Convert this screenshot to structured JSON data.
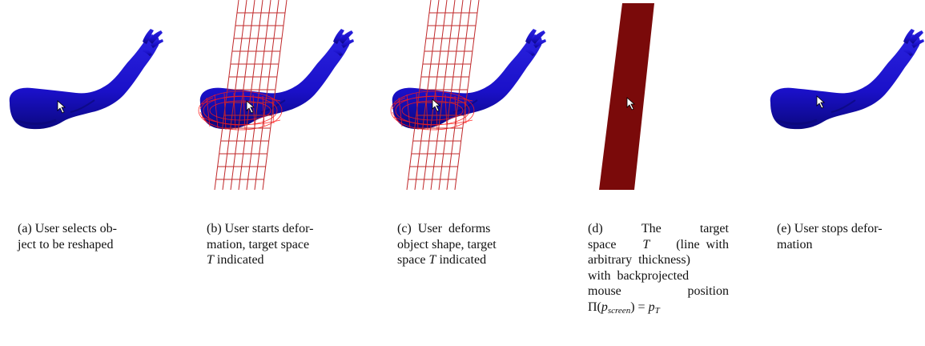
{
  "figure": {
    "panels": [
      {
        "id": "a",
        "label": "(a)",
        "caption": "User selects ob- ject to be reshaped",
        "caption_lines": [
          "(a) User selects ob-",
          "ject to be reshaped"
        ]
      },
      {
        "id": "b",
        "label": "(b)",
        "caption": "User starts defor- mation, target space T indicated",
        "caption_lines": [
          "(b) User starts defor-",
          "mation, target space",
          "indicated"
        ],
        "math": "T"
      },
      {
        "id": "c",
        "label": "(c)",
        "caption": "User deforms object shape, target space T indicated",
        "caption_lines": [
          "(c)  User  deforms",
          "object shape, target",
          "space",
          "indicated"
        ],
        "math": "T"
      },
      {
        "id": "d",
        "label": "(d)",
        "caption": "The target space T (line with arbitrary thickness) with backprojected mouse position Π(p_screen) = p_T",
        "caption_lines": [
          "(d)",
          "The",
          "target",
          "space",
          "(line  with",
          "arbitrary  thickness)",
          "with  backprojected",
          "mouse",
          "position"
        ],
        "math": "T",
        "formula": {
          "pi": "Π(",
          "p": "p",
          "screen": "screen",
          "eq": ") = ",
          "p2": "p",
          "T": "T"
        }
      },
      {
        "id": "e",
        "label": "(e)",
        "caption": "User stops defor- mation",
        "caption_lines": [
          "(e) User stops defor-",
          "mation"
        ]
      }
    ],
    "colors": {
      "arm": "#1a10c8",
      "arm_dark": "#0a0870",
      "grid": "#c0282a",
      "wire": "#ff1a1a",
      "target_space": "#7a0a0a"
    }
  }
}
